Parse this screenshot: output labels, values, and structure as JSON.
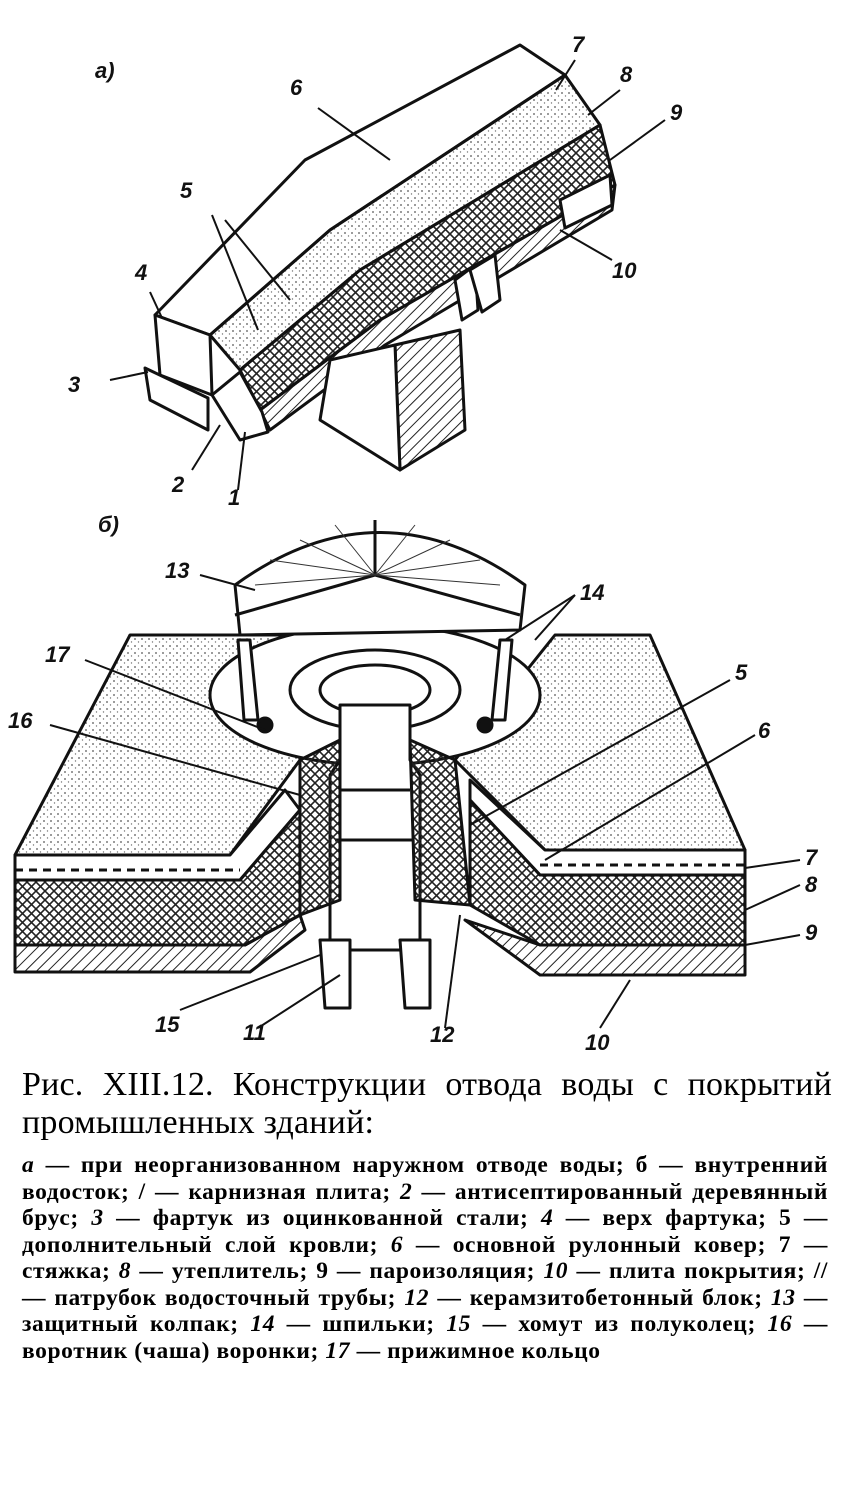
{
  "figure": {
    "panel_a_label": "а)",
    "panel_b_label": "б)",
    "callouts_a": [
      "1",
      "2",
      "3",
      "4",
      "5",
      "6",
      "7",
      "8",
      "9",
      "10"
    ],
    "callouts_b": [
      "5",
      "6",
      "7",
      "8",
      "9",
      "10",
      "11",
      "12",
      "13",
      "14",
      "15",
      "16",
      "17"
    ]
  },
  "caption": {
    "title": "Рис. XIII.12. Конструкции отвода воды с покрытий промышленных зданий:",
    "items": [
      {
        "key": "а",
        "text": "при неорганизованном наружном отводе воды"
      },
      {
        "key": "б",
        "text": "внутренний водосток"
      },
      {
        "key": "/",
        "text": "карнизная плита"
      },
      {
        "key": "2",
        "text": "антисептированный деревянный брус"
      },
      {
        "key": "3",
        "text": "фартук из оцинкованной стали"
      },
      {
        "key": "4",
        "text": "верх фартука"
      },
      {
        "key": "5",
        "text": "дополнительный слой кровли"
      },
      {
        "key": "6",
        "text": "основной рулонный ковер"
      },
      {
        "key": "7",
        "text": "стяжка"
      },
      {
        "key": "8",
        "text": "утеплитель"
      },
      {
        "key": "9",
        "text": "пароизоляция"
      },
      {
        "key": "10",
        "text": "плита покрытия"
      },
      {
        "key": "//",
        "text": "патрубок водосточный трубы"
      },
      {
        "key": "12",
        "text": "керамзитобетонный блок"
      },
      {
        "key": "13",
        "text": "защитный колпак"
      },
      {
        "key": "14",
        "text": "шпильки"
      },
      {
        "key": "15",
        "text": "хомут из полуколец"
      },
      {
        "key": "16",
        "text": "воротник (чаша) воронки"
      },
      {
        "key": "17",
        "text": "прижимное кольцо"
      }
    ]
  }
}
